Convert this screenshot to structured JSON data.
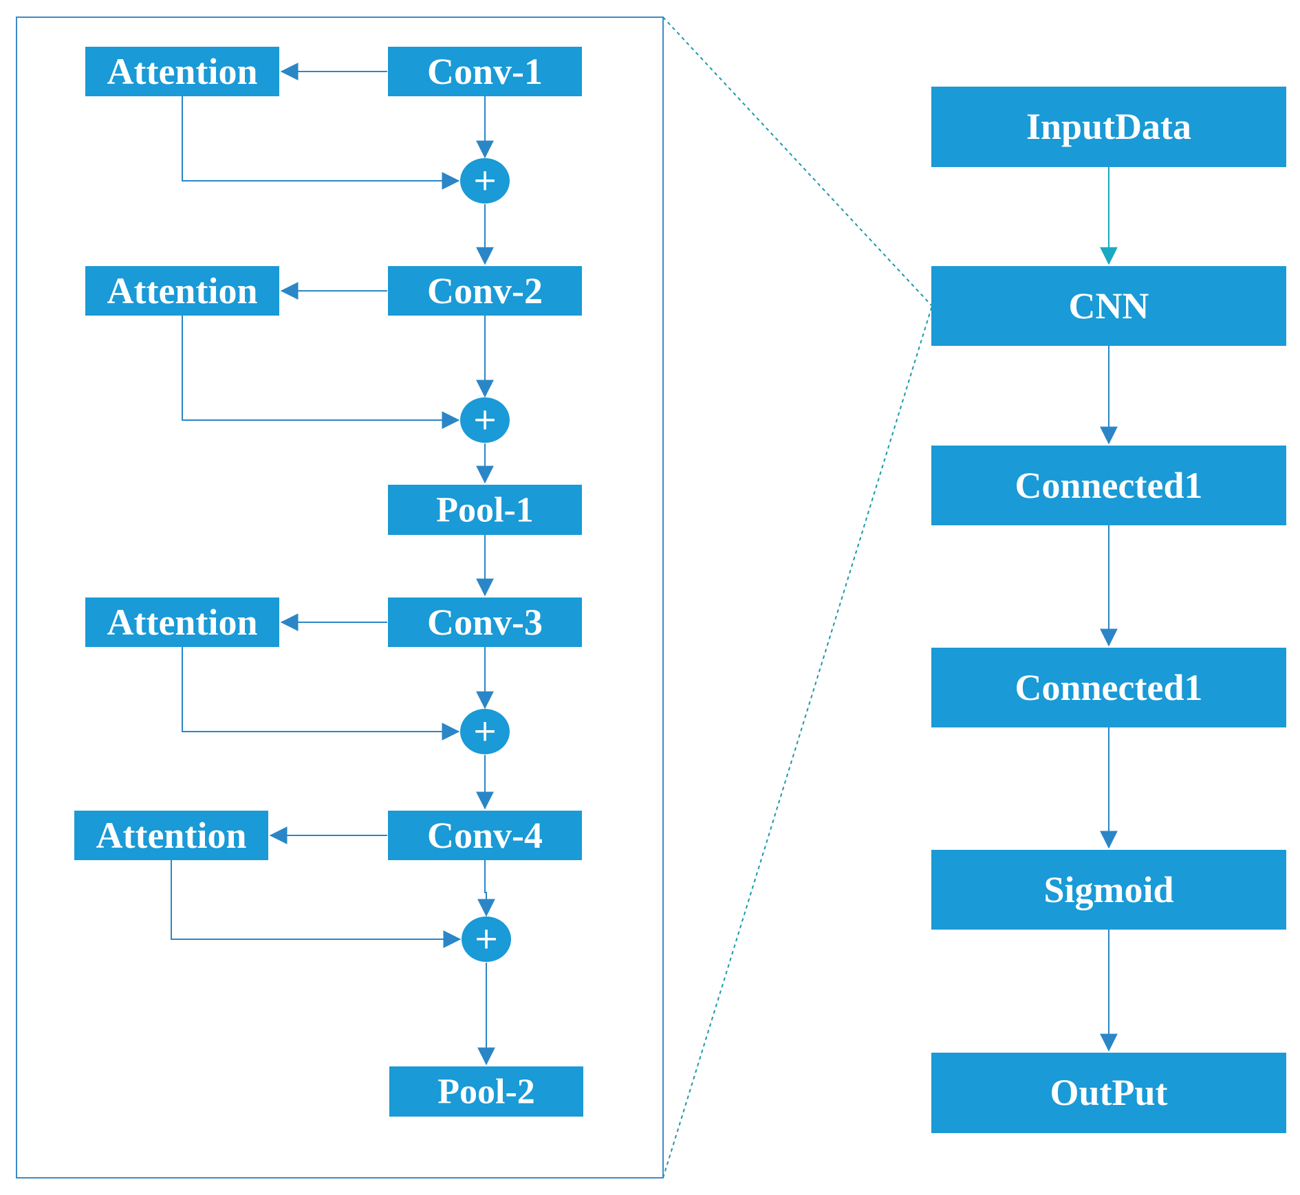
{
  "colors": {
    "box_fill": "#1a9ad6",
    "box_text": "#ffffff",
    "arrow": "#2a86c7",
    "teal_arrow": "#19a9c2",
    "frame": "#3b8bc9",
    "zoom_dash": "#199aa6"
  },
  "cnn_detail": {
    "blocks": [
      {
        "attention": "Attention",
        "conv": "Conv-1"
      },
      {
        "attention": "Attention",
        "conv": "Conv-2"
      },
      {
        "attention": "Attention",
        "conv": "Conv-3"
      },
      {
        "attention": "Attention",
        "conv": "Conv-4"
      }
    ],
    "pools": [
      "Pool-1",
      "Pool-2"
    ],
    "add_symbol": "+"
  },
  "pipeline": [
    "InputData",
    "CNN",
    "Connected1",
    "Connected1",
    "Sigmoid",
    "OutPut"
  ]
}
